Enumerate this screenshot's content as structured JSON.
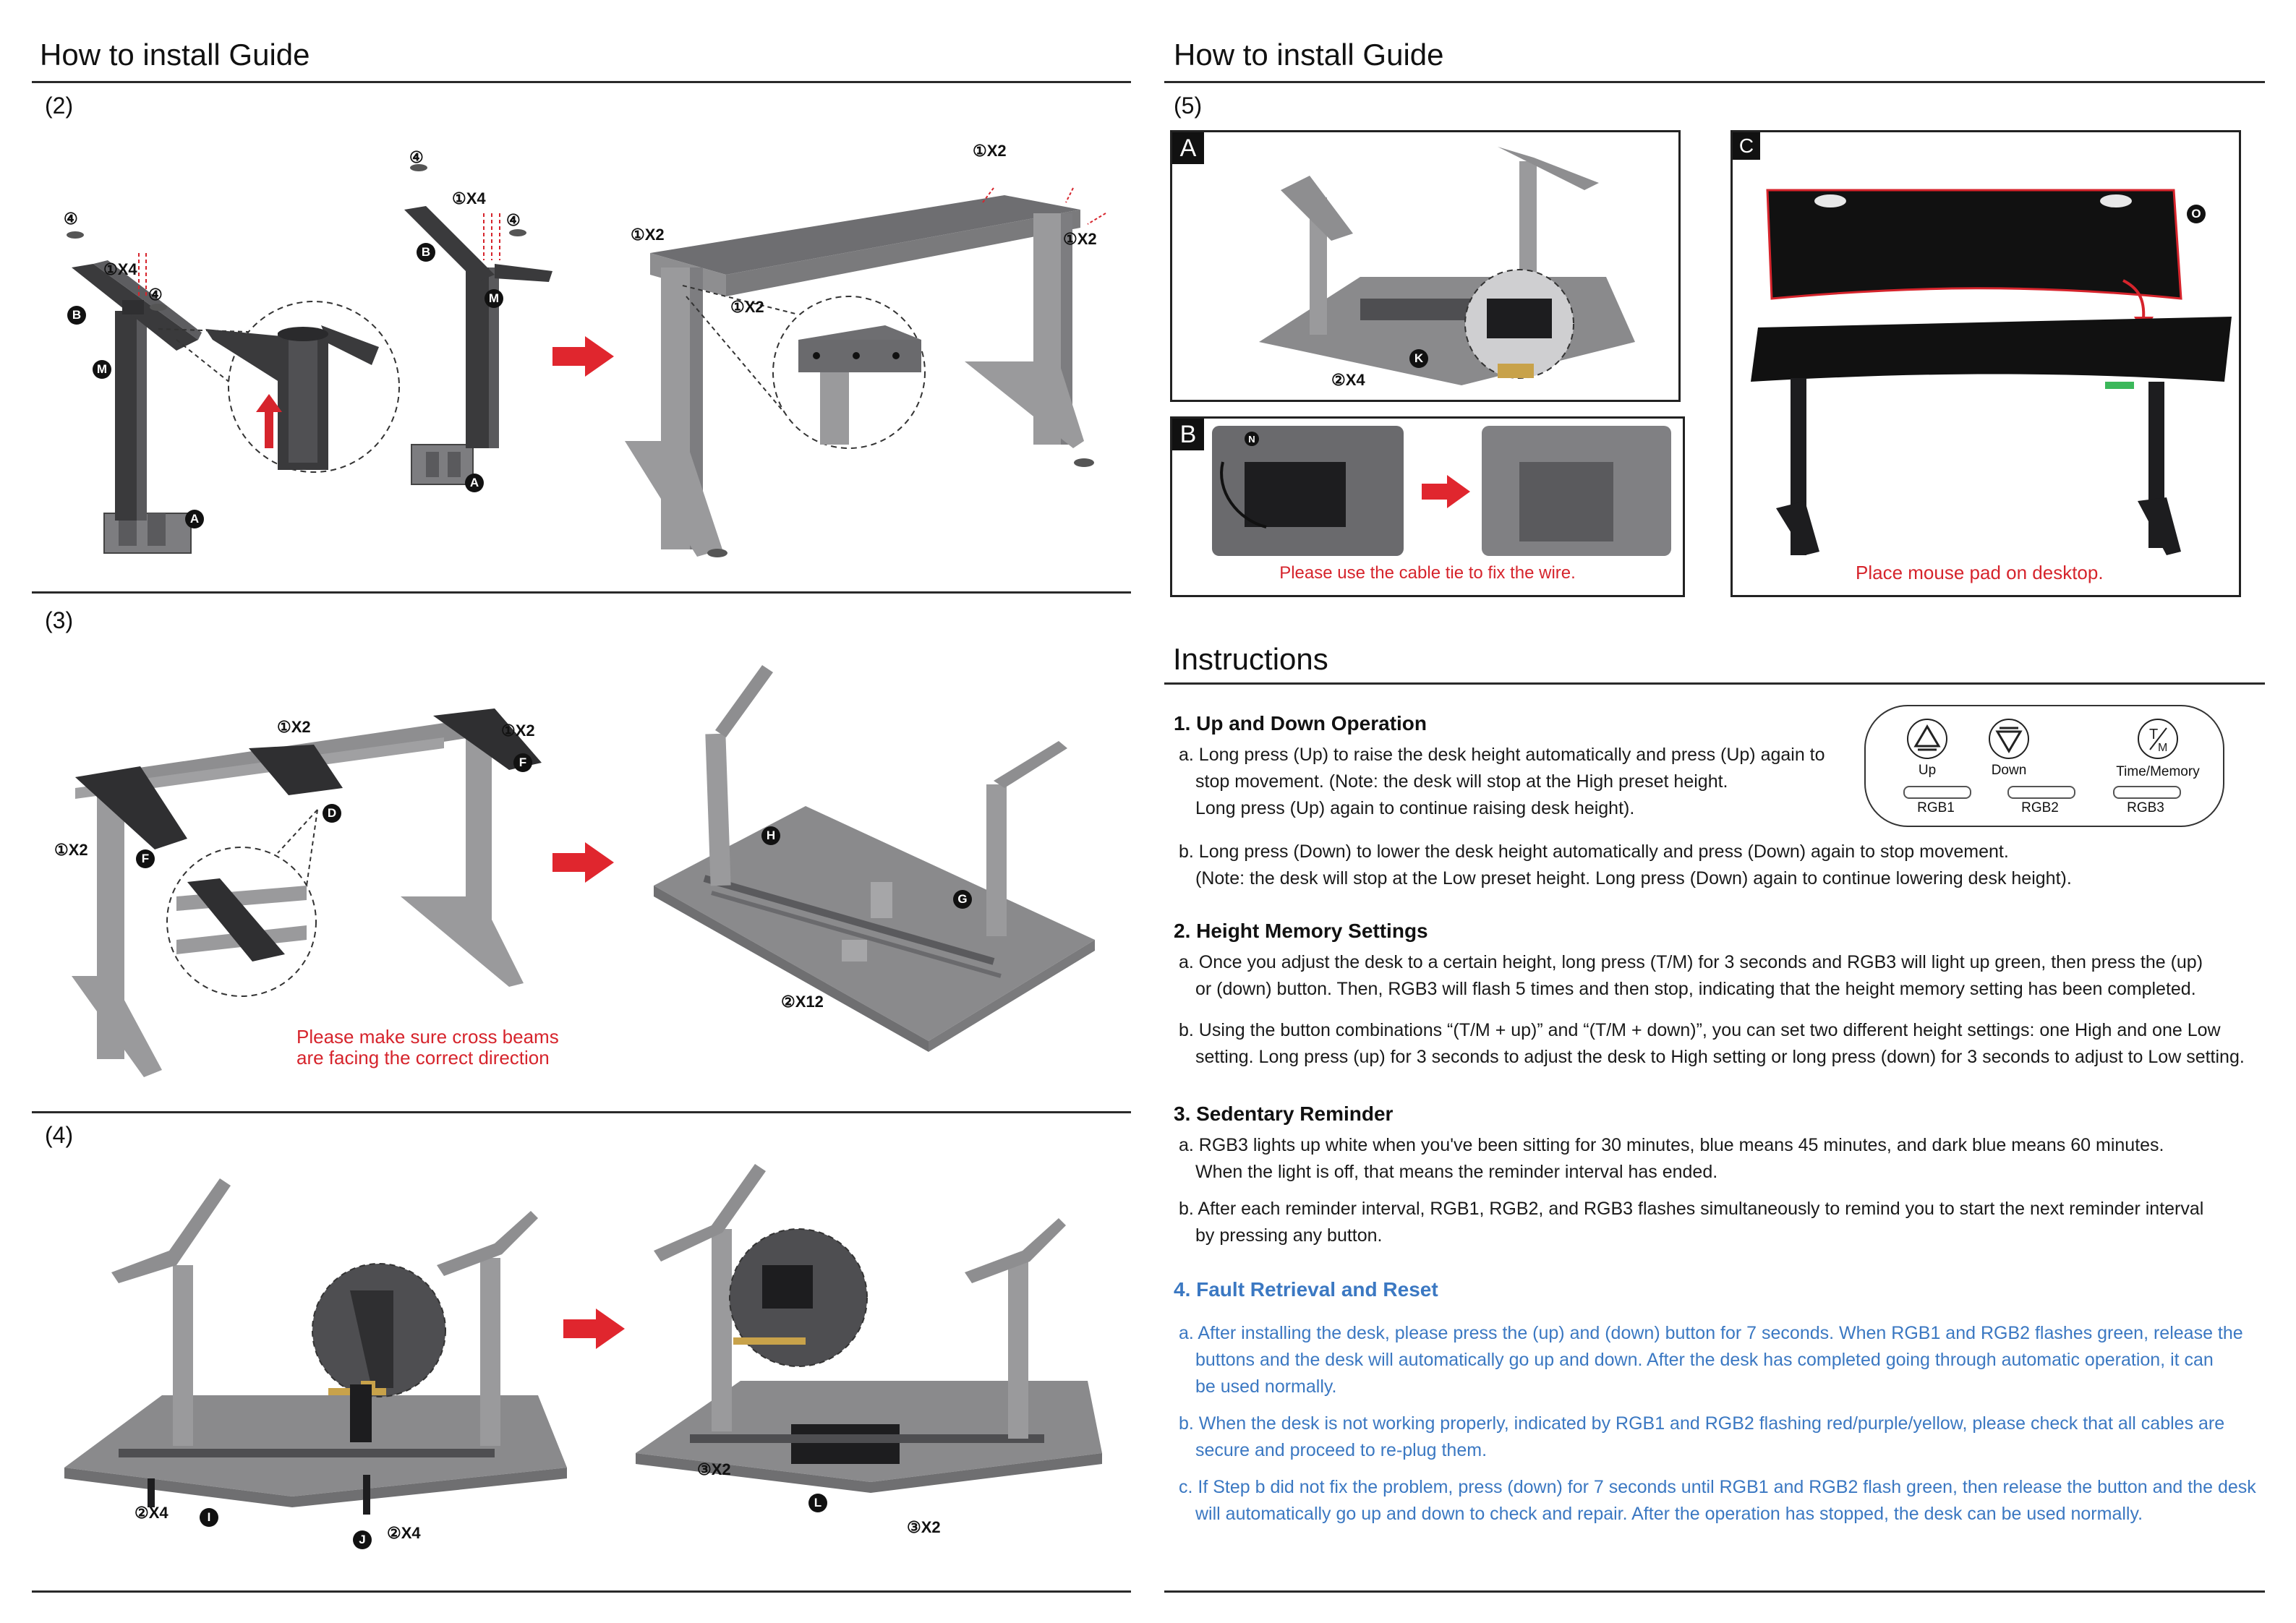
{
  "left": {
    "title": "How to install Guide",
    "step2": {
      "label": "(2)",
      "callouts": [
        "④",
        "①X4",
        "④",
        "④",
        "①X4",
        "④",
        "①X2",
        "①X2",
        "①X2",
        "①X2"
      ]
    },
    "step3": {
      "label": "(3)",
      "callouts": [
        "①X2",
        "①X2",
        "①X2",
        "②X12"
      ],
      "warning_line1": "Please make sure cross beams",
      "warning_line2": "are facing the correct direction"
    },
    "step4": {
      "label": "(4)",
      "callouts": [
        "②X4",
        "②X4",
        "③X2",
        "③X2"
      ]
    },
    "markers": [
      "A",
      "B",
      "M",
      "F",
      "D",
      "H",
      "G",
      "I",
      "J",
      "L",
      "K",
      "N",
      "O"
    ]
  },
  "right": {
    "title": "How to install Guide",
    "step5": {
      "label": "(5)",
      "panelA": {
        "letter": "A",
        "callout": "②X4"
      },
      "panelB": {
        "letter": "B",
        "caption": "Please use the cable tie to fix the wire."
      },
      "panelC": {
        "letter": "C",
        "caption": "Place mouse pad on desktop."
      }
    },
    "instructions": {
      "title": "Instructions",
      "remote": {
        "buttons": [
          "Up",
          "Down",
          "Time/Memory"
        ],
        "rgb": [
          "RGB1",
          "RGB2",
          "RGB3"
        ]
      },
      "s1": {
        "head": "1. Up and Down Operation",
        "a1": "a. Long press (Up) to raise the desk height automatically and press (Up) again to",
        "a2": "stop movement. (Note: the desk will stop at the High preset height.",
        "a3": "Long press (Up) again to continue raising desk height).",
        "b1": "b. Long press (Down) to lower the desk height automatically and press (Down) again to stop movement.",
        "b2": "(Note: the desk will stop at the Low preset height. Long press (Down) again to continue lowering desk height)."
      },
      "s2": {
        "head": "2. Height Memory Settings",
        "a1": "a. Once you adjust the desk to a certain height, long press (T/M) for 3 seconds and RGB3 will light up green, then press the (up)",
        "a2": "or (down) button. Then, RGB3 will flash 5 times and then stop, indicating that the height memory setting has been completed.",
        "b1": "b. Using the button combinations “(T/M + up)” and “(T/M + down)”, you can set two different height settings: one High and one Low",
        "b2": "setting. Long press (up) for 3 seconds to adjust the desk to High setting or long press (down) for 3 seconds to adjust to Low setting."
      },
      "s3": {
        "head": "3. Sedentary Reminder",
        "a1": "a. RGB3 lights up white when you've been sitting for 30 minutes, blue means 45 minutes, and dark blue means 60 minutes.",
        "a2": "When the light is off, that means the reminder interval has ended.",
        "b1": "b. After each reminder interval, RGB1, RGB2, and RGB3 flashes simultaneously to remind you to start the next reminder interval",
        "b2": "by pressing any button."
      },
      "s4": {
        "head": "4. Fault Retrieval and Reset",
        "a1": "a. After installing the desk, please press the (up) and (down) button for 7 seconds. When RGB1 and RGB2 flashes green, release the",
        "a2": "buttons and the desk will automatically go up and down. After the desk has completed going through automatic operation, it can",
        "a3": "be used normally.",
        "b1": "b. When the desk is not working properly, indicated by RGB1 and RGB2 flashing red/purple/yellow, please check that all cables are",
        "b2": "secure and proceed to re-plug them.",
        "c1": "c. If Step b did not fix the problem, press (down) for 7 seconds until RGB1 and RGB2 flash green, then release the button and the desk",
        "c2": "will automatically go up and down to check and repair. After the operation has stopped, the desk can be used normally."
      }
    }
  },
  "colors": {
    "frame": "#8e8e90",
    "frame_dark": "#3a3a3c",
    "desktop": "#8a8a8c",
    "arrow": "#e0262e",
    "warning": "#d6242c",
    "fault_blue": "#3b78c2"
  }
}
